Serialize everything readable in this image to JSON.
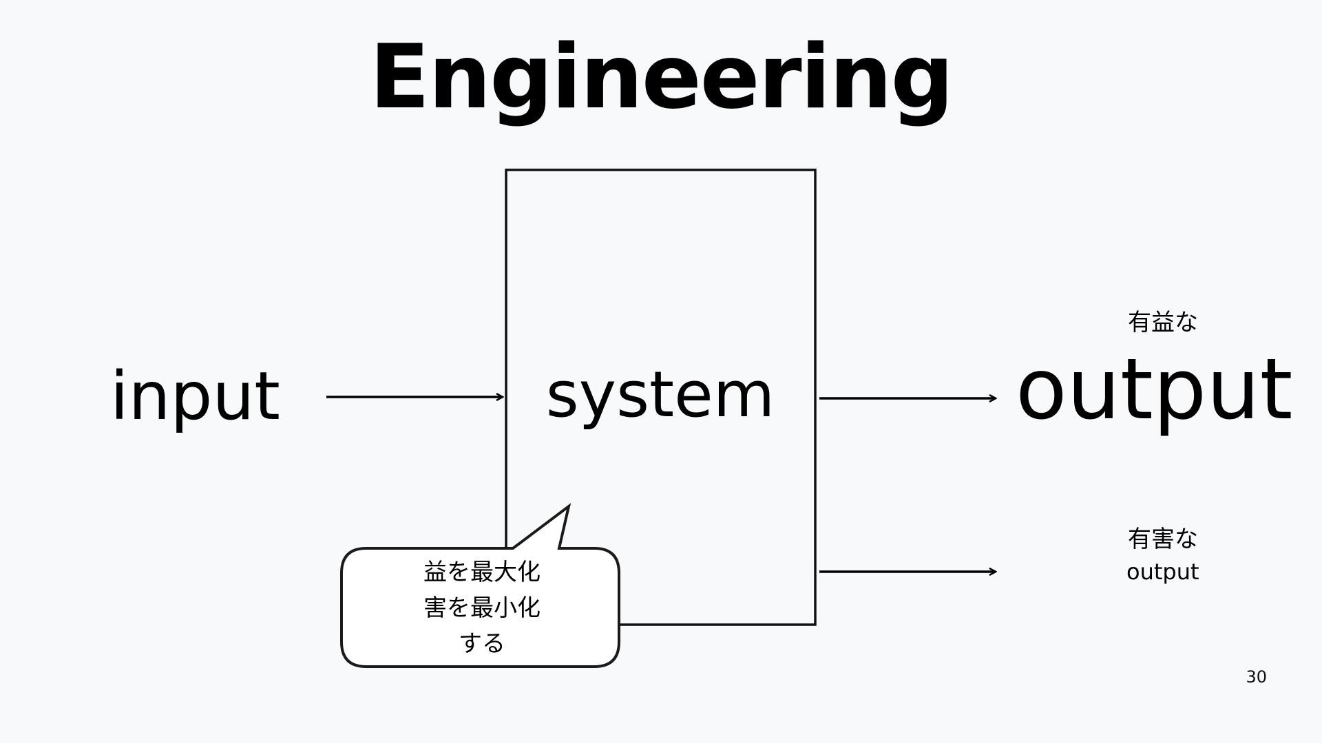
{
  "slide": {
    "title": "Engineering",
    "page_number": "30"
  },
  "diagram": {
    "input": "input",
    "system": "system",
    "useful_caption": "有益な",
    "useful_output": "output",
    "harmful_caption": "有害な",
    "harmful_output": "output",
    "bubble": {
      "line1": "益を最大化",
      "line2": "害を最小化",
      "line3": "する"
    }
  },
  "colors": {
    "background": "#f8f9fb",
    "ink": "#000000",
    "bubble_fill": "#ffffff"
  }
}
